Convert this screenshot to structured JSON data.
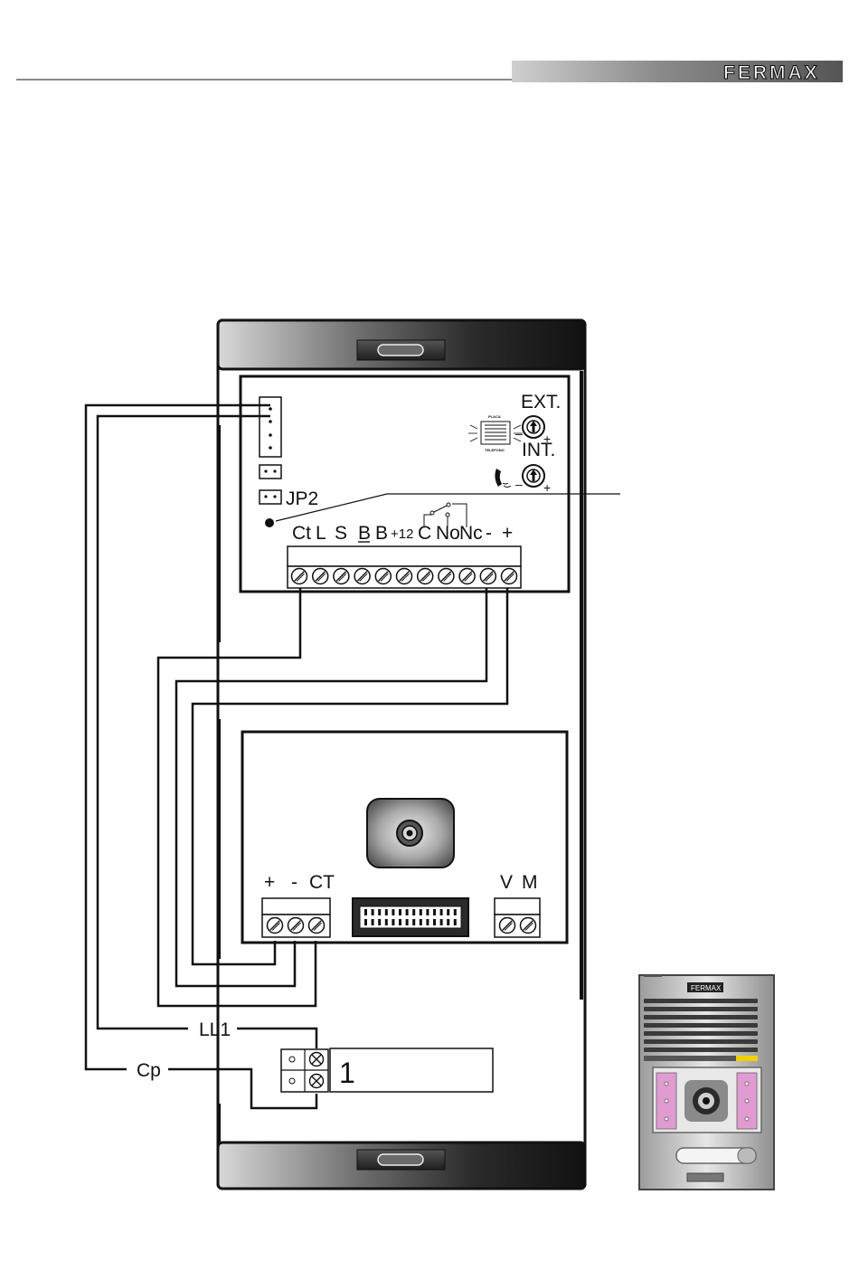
{
  "header": {
    "brand": "FERMAX"
  },
  "colors": {
    "accent_bar": "#8c8c8c",
    "panel_frame": "#1a1a1a",
    "button_pink": "#e29ad2",
    "led_yellow": "#f0d000"
  },
  "amplifier": {
    "speaker_top": "PLACA",
    "speaker_bottom": "TELEFONO",
    "ext_label": "EXT.",
    "int_label": "INT.",
    "jumper_label": "JP2",
    "plus": "+",
    "minus": "–",
    "terminals": [
      "Ct",
      "L",
      "S",
      "B",
      "B",
      "+12",
      "C",
      "No",
      "Nc",
      "-",
      "+"
    ]
  },
  "camera_module": {
    "power_labels": [
      "+",
      "-",
      "CT"
    ],
    "video_labels": [
      "V",
      "M"
    ]
  },
  "wiring": {
    "line_label": "LL1",
    "cp_label": "Cp"
  },
  "pushbutton": {
    "number": "1"
  },
  "preview_panel": {
    "brand": "FERMAX"
  }
}
